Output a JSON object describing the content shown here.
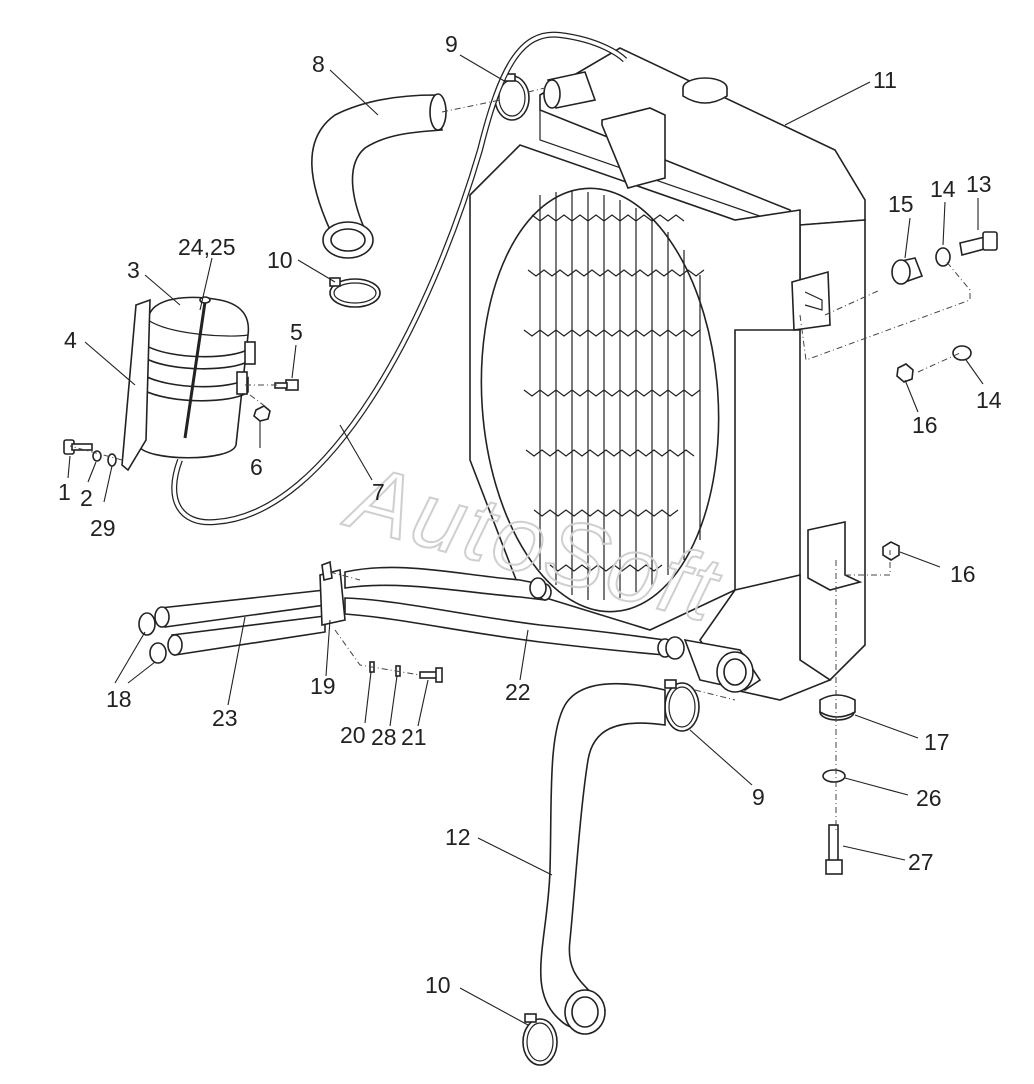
{
  "watermark": "AutoSoft",
  "labels": {
    "p1": "1",
    "p2": "2",
    "p3": "3",
    "p4": "4",
    "p5": "5",
    "p6": "6",
    "p7": "7",
    "p8": "8",
    "p9a": "9",
    "p9b": "9",
    "p10a": "10",
    "p10b": "10",
    "p11": "11",
    "p12": "12",
    "p13": "13",
    "p14a": "14",
    "p14b": "14",
    "p15": "15",
    "p16a": "16",
    "p16b": "16",
    "p17": "17",
    "p18": "18",
    "p19": "19",
    "p20": "20",
    "p21": "21",
    "p22": "22",
    "p23": "23",
    "p2425": "24,25",
    "p26": "26",
    "p27": "27",
    "p28": "28",
    "p29": "29"
  },
  "colors": {
    "line": "#222222",
    "watermark": "#cfcfcf",
    "background": "#ffffff"
  }
}
